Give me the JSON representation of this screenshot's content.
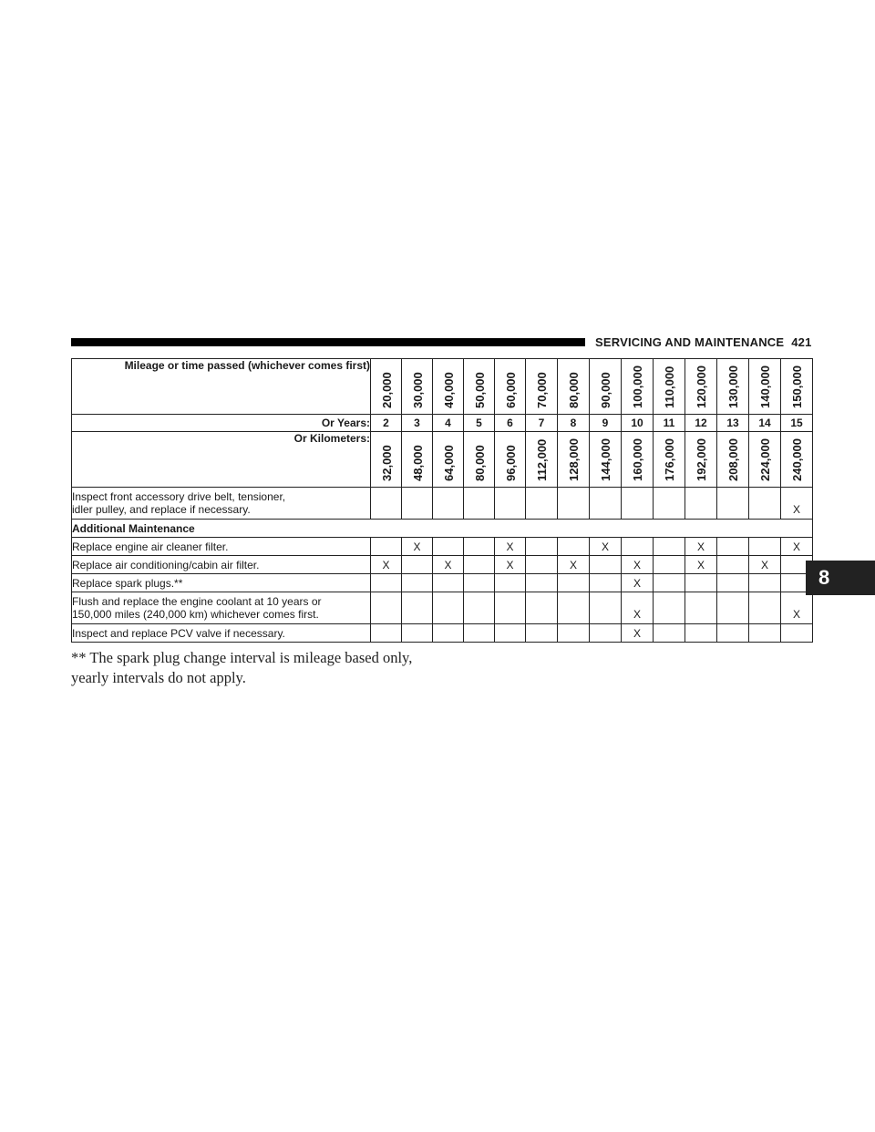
{
  "header": {
    "title": "SERVICING AND MAINTENANCE",
    "page_number": "421"
  },
  "section_tab": "8",
  "table": {
    "mileage_label": "Mileage or time passed (whichever comes first)",
    "mileage": [
      "20,000",
      "30,000",
      "40,000",
      "50,000",
      "60,000",
      "70,000",
      "80,000",
      "90,000",
      "100,000",
      "110,000",
      "120,000",
      "130,000",
      "140,000",
      "150,000"
    ],
    "years_label": "Or Years:",
    "years": [
      "2",
      "3",
      "4",
      "5",
      "6",
      "7",
      "8",
      "9",
      "10",
      "11",
      "12",
      "13",
      "14",
      "15"
    ],
    "km_label": "Or Kilometers:",
    "km": [
      "32,000",
      "48,000",
      "64,000",
      "80,000",
      "96,000",
      "112,000",
      "128,000",
      "144,000",
      "160,000",
      "176,000",
      "192,000",
      "208,000",
      "224,000",
      "240,000"
    ],
    "rows": [
      {
        "label_lines": [
          "Inspect front accessory drive belt, tensioner,",
          "idler pulley, and replace if necessary."
        ],
        "marks": [
          "",
          "",
          "",
          "",
          "",
          "",
          "",
          "",
          "",
          "",
          "",
          "",
          "",
          "X"
        ],
        "tall": true
      },
      {
        "section": "Additional Maintenance"
      },
      {
        "label_lines": [
          "Replace engine air cleaner filter."
        ],
        "marks": [
          "",
          "X",
          "",
          "",
          "X",
          "",
          "",
          "X",
          "",
          "",
          "X",
          "",
          "",
          "X"
        ]
      },
      {
        "label_lines": [
          "Replace air conditioning/cabin air filter."
        ],
        "marks": [
          "X",
          "",
          "X",
          "",
          "X",
          "",
          "X",
          "",
          "X",
          "",
          "X",
          "",
          "X",
          ""
        ]
      },
      {
        "label_lines": [
          "Replace spark plugs.**"
        ],
        "marks": [
          "",
          "",
          "",
          "",
          "",
          "",
          "",
          "",
          "X",
          "",
          "",
          "",
          "",
          ""
        ]
      },
      {
        "label_lines": [
          "Flush and replace the engine coolant at 10 years or",
          "150,000 miles (240,000 km) whichever comes first."
        ],
        "marks": [
          "",
          "",
          "",
          "",
          "",
          "",
          "",
          "",
          "X",
          "",
          "",
          "",
          "",
          "X"
        ],
        "tall": true
      },
      {
        "label_lines": [
          "Inspect and replace PCV valve if necessary."
        ],
        "marks": [
          "",
          "",
          "",
          "",
          "",
          "",
          "",
          "",
          "X",
          "",
          "",
          "",
          "",
          ""
        ]
      }
    ]
  },
  "footnote": [
    "** The spark plug change interval is mileage based only,",
    "yearly intervals do not apply."
  ]
}
